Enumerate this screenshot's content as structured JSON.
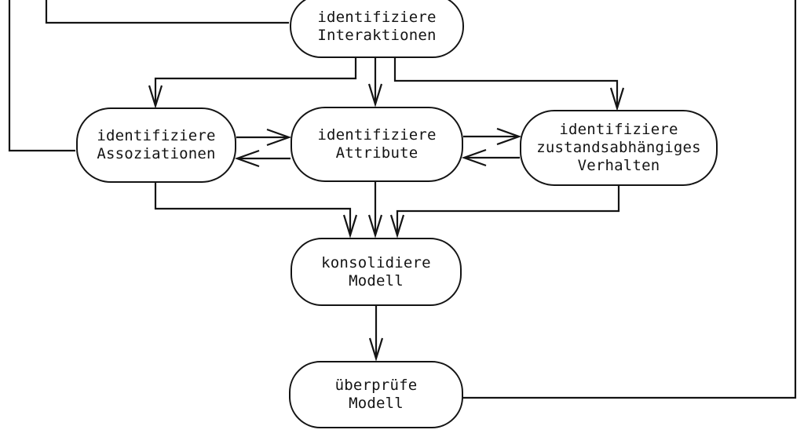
{
  "diagram": {
    "type": "flowchart",
    "language": "de",
    "nodes": {
      "interaktionen": {
        "label": "identifiziere\nInteraktionen"
      },
      "assoziationen": {
        "label": "identifiziere\nAssoziationen"
      },
      "attribute": {
        "label": "identifiziere\nAttribute"
      },
      "verhalten": {
        "label": "identifiziere\nzustandsabhängiges\nVerhalten"
      },
      "konsolidiere": {
        "label": "konsolidiere\nModell"
      },
      "ueberpruefe": {
        "label": "überprüfe\nModell"
      }
    },
    "edges": [
      {
        "from": "offscreen-top",
        "to": "assoziationen",
        "arrowhead": false
      },
      {
        "from": "offscreen-top",
        "to": "interaktionen",
        "arrowhead": false
      },
      {
        "from": "interaktionen",
        "to": "assoziationen",
        "arrowhead": true
      },
      {
        "from": "interaktionen",
        "to": "attribute",
        "arrowhead": true
      },
      {
        "from": "interaktionen",
        "to": "verhalten",
        "arrowhead": true
      },
      {
        "from": "assoziationen",
        "to": "attribute",
        "arrowhead": true
      },
      {
        "from": "attribute",
        "to": "assoziationen",
        "arrowhead": true
      },
      {
        "from": "attribute",
        "to": "verhalten",
        "arrowhead": true
      },
      {
        "from": "verhalten",
        "to": "attribute",
        "arrowhead": true
      },
      {
        "from": "assoziationen",
        "to": "konsolidiere",
        "arrowhead": true
      },
      {
        "from": "attribute",
        "to": "konsolidiere",
        "arrowhead": true
      },
      {
        "from": "verhalten",
        "to": "konsolidiere",
        "arrowhead": true
      },
      {
        "from": "konsolidiere",
        "to": "ueberpruefe",
        "arrowhead": true
      },
      {
        "from": "ueberpruefe",
        "to": "offscreen-top",
        "arrowhead": false
      }
    ],
    "colors": {
      "line": "#141414",
      "node_border": "#141414",
      "node_fill": "#ffffff",
      "background": "#ffffff",
      "text": "#141414"
    }
  }
}
